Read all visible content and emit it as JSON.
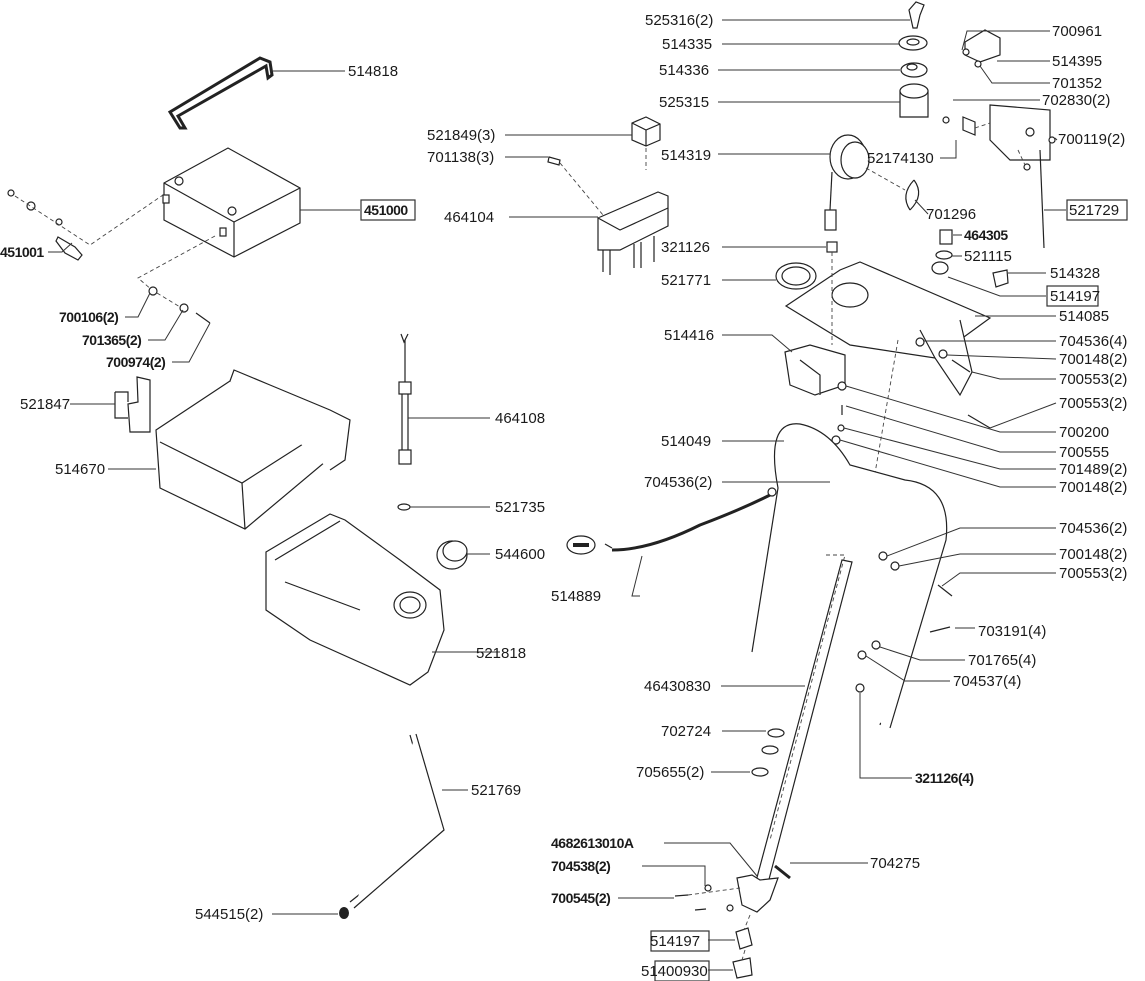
{
  "diagram": {
    "type": "exploded-parts-diagram",
    "colors": {
      "line": "#222222",
      "text": "#1a1a1a",
      "background": "#ffffff"
    },
    "labels": [
      {
        "id": "l1",
        "text": "514818",
        "bold": false,
        "boxed": false
      },
      {
        "id": "l2",
        "text": "451000",
        "bold": true,
        "boxed": true
      },
      {
        "id": "l3",
        "text": "451001",
        "bold": true,
        "boxed": false
      },
      {
        "id": "l4",
        "text": "700106(2)",
        "bold": true,
        "boxed": false
      },
      {
        "id": "l5",
        "text": "701365(2)",
        "bold": true,
        "boxed": false
      },
      {
        "id": "l6",
        "text": "700974(2)",
        "bold": true,
        "boxed": false
      },
      {
        "id": "l7",
        "text": "521847",
        "bold": false,
        "boxed": false
      },
      {
        "id": "l8",
        "text": "514670",
        "bold": false,
        "boxed": false
      },
      {
        "id": "l9",
        "text": "521849(3)",
        "bold": false,
        "boxed": false
      },
      {
        "id": "l10",
        "text": "701138(3)",
        "bold": false,
        "boxed": false
      },
      {
        "id": "l11",
        "text": "464104",
        "bold": false,
        "boxed": false
      },
      {
        "id": "l12",
        "text": "464108",
        "bold": false,
        "boxed": false
      },
      {
        "id": "l13",
        "text": "521735",
        "bold": false,
        "boxed": false
      },
      {
        "id": "l14",
        "text": "544600",
        "bold": false,
        "boxed": false
      },
      {
        "id": "l15",
        "text": "521818",
        "bold": false,
        "boxed": false
      },
      {
        "id": "l16",
        "text": "521769",
        "bold": false,
        "boxed": false
      },
      {
        "id": "l17",
        "text": "544515(2)",
        "bold": false,
        "boxed": false
      },
      {
        "id": "l18",
        "text": "514889",
        "bold": false,
        "boxed": false
      },
      {
        "id": "l19",
        "text": "525316(2)",
        "bold": false,
        "boxed": false
      },
      {
        "id": "l20",
        "text": "514335",
        "bold": false,
        "boxed": false
      },
      {
        "id": "l21",
        "text": "514336",
        "bold": false,
        "boxed": false
      },
      {
        "id": "l22",
        "text": "525315",
        "bold": false,
        "boxed": false
      },
      {
        "id": "l23",
        "text": "514319",
        "bold": false,
        "boxed": false
      },
      {
        "id": "l24",
        "text": "52174130",
        "bold": false,
        "boxed": false
      },
      {
        "id": "l25",
        "text": "701296",
        "bold": false,
        "boxed": false
      },
      {
        "id": "l26",
        "text": "700961",
        "bold": false,
        "boxed": false
      },
      {
        "id": "l27",
        "text": "514395",
        "bold": false,
        "boxed": false
      },
      {
        "id": "l28",
        "text": "701352",
        "bold": false,
        "boxed": false
      },
      {
        "id": "l29",
        "text": "702830(2)",
        "bold": false,
        "boxed": false
      },
      {
        "id": "l30",
        "text": "700119(2)",
        "bold": false,
        "boxed": false
      },
      {
        "id": "l31",
        "text": "521729",
        "bold": false,
        "boxed": true
      },
      {
        "id": "l32",
        "text": "321126",
        "bold": false,
        "boxed": false
      },
      {
        "id": "l33",
        "text": "521771",
        "bold": false,
        "boxed": false
      },
      {
        "id": "l34",
        "text": "464305",
        "bold": true,
        "boxed": false
      },
      {
        "id": "l35",
        "text": "521115",
        "bold": false,
        "boxed": false
      },
      {
        "id": "l36",
        "text": "514328",
        "bold": false,
        "boxed": false
      },
      {
        "id": "l37",
        "text": "514197",
        "bold": false,
        "boxed": true
      },
      {
        "id": "l38",
        "text": "514085",
        "bold": false,
        "boxed": false
      },
      {
        "id": "l39",
        "text": "514416",
        "bold": false,
        "boxed": false
      },
      {
        "id": "l40",
        "text": "704536(4)",
        "bold": false,
        "boxed": false
      },
      {
        "id": "l41",
        "text": "700148(2)",
        "bold": false,
        "boxed": false
      },
      {
        "id": "l42",
        "text": "700553(2)",
        "bold": false,
        "boxed": false
      },
      {
        "id": "l43",
        "text": "700553(2)",
        "bold": false,
        "boxed": false
      },
      {
        "id": "l44",
        "text": "700200",
        "bold": false,
        "boxed": false
      },
      {
        "id": "l45",
        "text": "700555",
        "bold": false,
        "boxed": false
      },
      {
        "id": "l46",
        "text": "701489(2)",
        "bold": false,
        "boxed": false
      },
      {
        "id": "l47",
        "text": "700148(2)",
        "bold": false,
        "boxed": false
      },
      {
        "id": "l48",
        "text": "514049",
        "bold": false,
        "boxed": false
      },
      {
        "id": "l49",
        "text": "704536(2)",
        "bold": false,
        "boxed": false
      },
      {
        "id": "l50",
        "text": "704536(2)",
        "bold": false,
        "boxed": false
      },
      {
        "id": "l51",
        "text": "700148(2)",
        "bold": false,
        "boxed": false
      },
      {
        "id": "l52",
        "text": "700553(2)",
        "bold": false,
        "boxed": false
      },
      {
        "id": "l53",
        "text": "703191(4)",
        "bold": false,
        "boxed": false
      },
      {
        "id": "l54",
        "text": "701765(4)",
        "bold": false,
        "boxed": false
      },
      {
        "id": "l55",
        "text": "704537(4)",
        "bold": false,
        "boxed": false
      },
      {
        "id": "l56",
        "text": "46430830",
        "bold": false,
        "boxed": false
      },
      {
        "id": "l57",
        "text": "702724",
        "bold": false,
        "boxed": false
      },
      {
        "id": "l58",
        "text": "705655(2)",
        "bold": false,
        "boxed": false
      },
      {
        "id": "l59",
        "text": "321126(4)",
        "bold": true,
        "boxed": false
      },
      {
        "id": "l60",
        "text": "4682613010A",
        "bold": true,
        "boxed": false
      },
      {
        "id": "l61",
        "text": "704538(2)",
        "bold": true,
        "boxed": false
      },
      {
        "id": "l62",
        "text": "700545(2)",
        "bold": true,
        "boxed": false
      },
      {
        "id": "l63",
        "text": "704275",
        "bold": false,
        "boxed": false
      },
      {
        "id": "l64",
        "text": "514197",
        "bold": false,
        "boxed": true
      },
      {
        "id": "l65",
        "text": "51400930",
        "bold": false,
        "boxed": true
      }
    ]
  }
}
